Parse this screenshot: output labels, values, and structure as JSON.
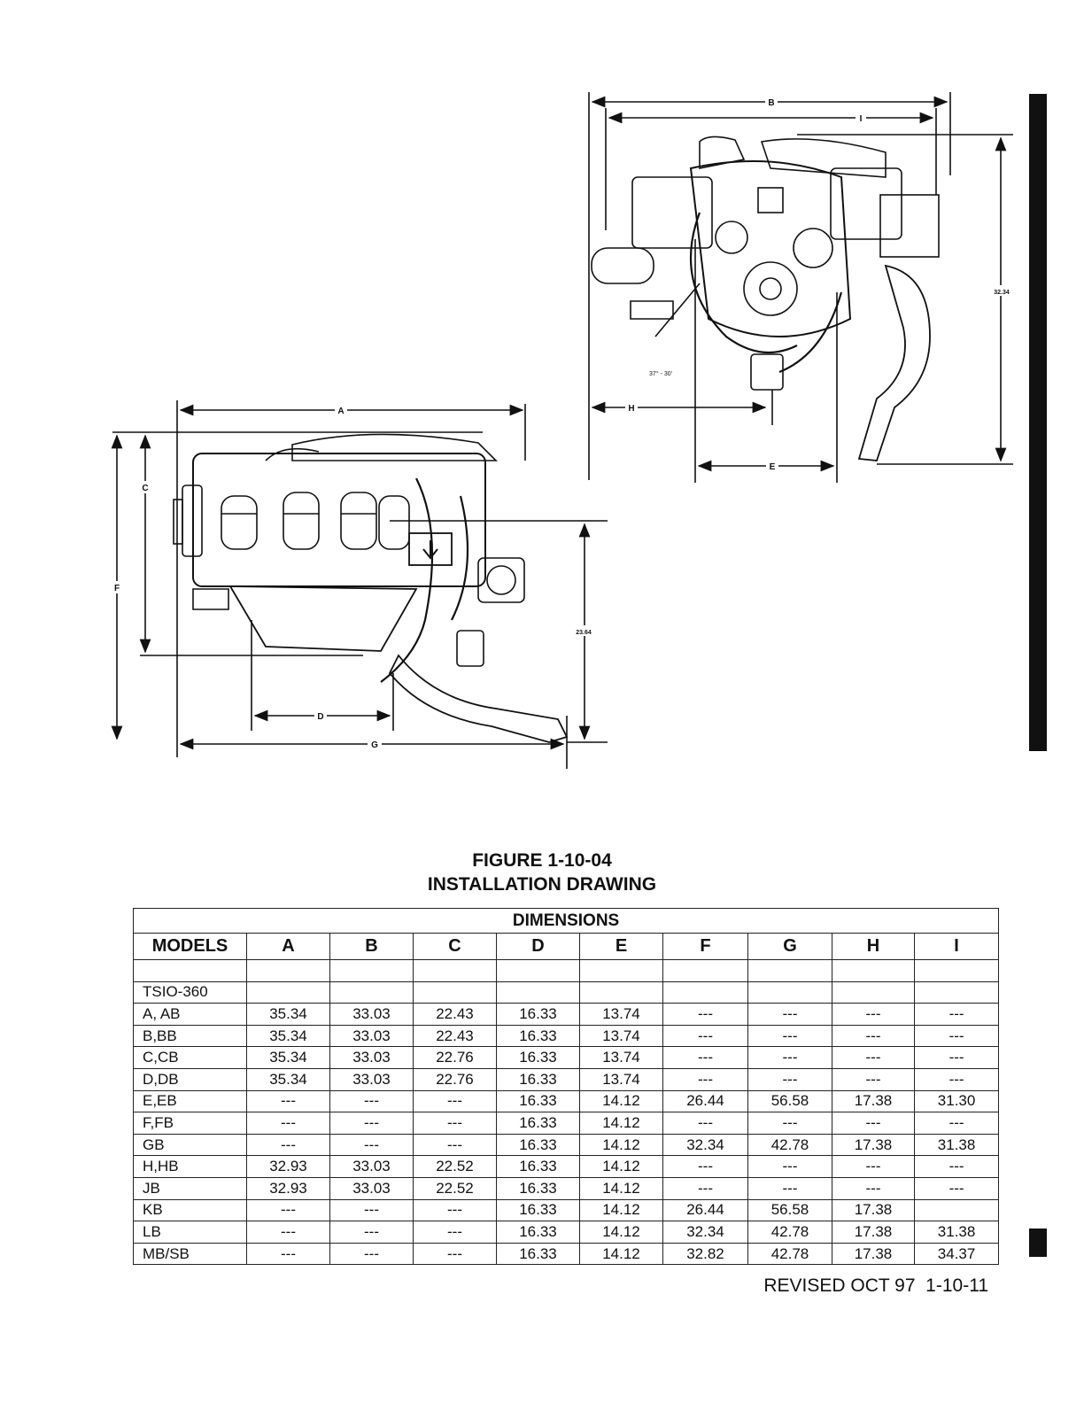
{
  "drawing": {
    "labels": {
      "A": "A",
      "B": "B",
      "C": "C",
      "D": "D",
      "E": "E",
      "F": "F",
      "G": "G",
      "H": "H",
      "I": "I"
    },
    "side_height": "23.64",
    "front_height": "32.34",
    "angle": "37° - 30'"
  },
  "figure": {
    "number": "FIGURE 1-10-04",
    "title": "INSTALLATION DRAWING"
  },
  "table": {
    "caption": "DIMENSIONS",
    "headers": [
      "MODELS",
      "A",
      "B",
      "C",
      "D",
      "E",
      "F",
      "G",
      "H",
      "I"
    ],
    "group": "TSIO-360",
    "rows": [
      [
        "A, AB",
        "35.34",
        "33.03",
        "22.43",
        "16.33",
        "13.74",
        "---",
        "---",
        "---",
        "---"
      ],
      [
        "B,BB",
        "35.34",
        "33.03",
        "22.43",
        "16.33",
        "13.74",
        "---",
        "---",
        "---",
        "---"
      ],
      [
        "C,CB",
        "35.34",
        "33.03",
        "22.76",
        "16.33",
        "13.74",
        "---",
        "---",
        "---",
        "---"
      ],
      [
        "D,DB",
        "35.34",
        "33.03",
        "22.76",
        "16.33",
        "13.74",
        "---",
        "---",
        "---",
        "---"
      ],
      [
        "E,EB",
        "---",
        "---",
        "---",
        "16.33",
        "14.12",
        "26.44",
        "56.58",
        "17.38",
        "31.30"
      ],
      [
        "F,FB",
        "---",
        "---",
        "---",
        "16.33",
        "14.12",
        "---",
        "---",
        "---",
        "---"
      ],
      [
        "GB",
        "---",
        "---",
        "---",
        "16.33",
        "14.12",
        "32.34",
        "42.78",
        "17.38",
        "31.38"
      ],
      [
        "H,HB",
        "32.93",
        "33.03",
        "22.52",
        "16.33",
        "14.12",
        "---",
        "---",
        "---",
        "---"
      ],
      [
        "JB",
        "32.93",
        "33.03",
        "22.52",
        "16.33",
        "14.12",
        "---",
        "---",
        "---",
        "---"
      ],
      [
        "KB",
        "---",
        "---",
        "---",
        "16.33",
        "14.12",
        "26.44",
        "56.58",
        "17.38",
        ""
      ],
      [
        "LB",
        "---",
        "---",
        "---",
        "16.33",
        "14.12",
        "32.34",
        "42.78",
        "17.38",
        "31.38"
      ],
      [
        "MB/SB",
        "---",
        "---",
        "---",
        "16.33",
        "14.12",
        "32.82",
        "42.78",
        "17.38",
        "34.37"
      ]
    ]
  },
  "footer": {
    "revision": "REVISED OCT 97",
    "page": "1-10-11"
  }
}
